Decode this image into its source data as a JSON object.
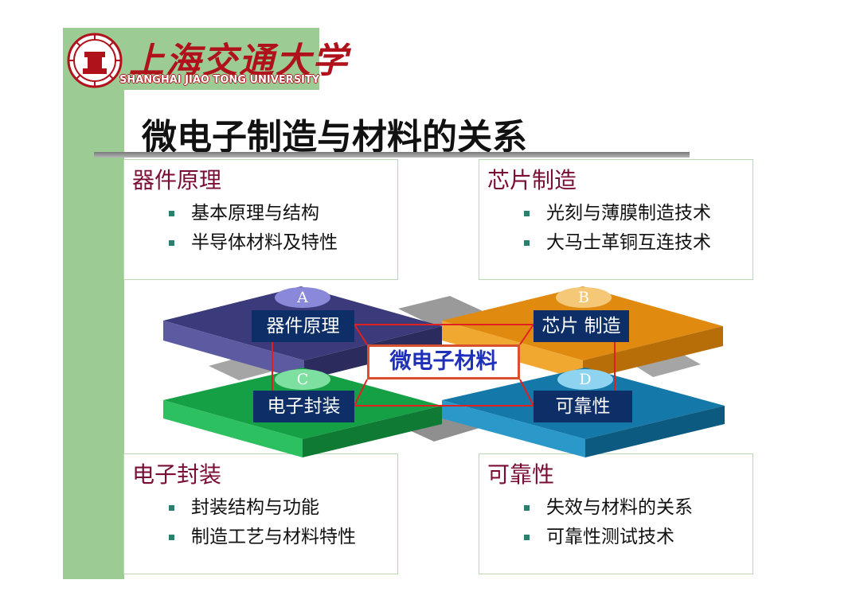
{
  "logo": {
    "chinese_name": "上海交通大学",
    "english_name": "SHANGHAI JIAO TONG UNIVERSITY"
  },
  "title": "微电子制造与材料的关系",
  "boxes": {
    "top_left": {
      "heading": "器件原理",
      "items": [
        "基本原理与结构",
        "半导体材料及特性"
      ]
    },
    "top_right": {
      "heading": "芯片制造",
      "items": [
        "光刻与薄膜制造技术",
        "大马士革铜互连技术"
      ]
    },
    "bottom_left": {
      "heading": "电子封装",
      "items": [
        "封装结构与功能",
        "制造工艺与材料特性"
      ]
    },
    "bottom_right": {
      "heading": "可靠性",
      "items": [
        "失效与材料的关系",
        "可靠性测试技术"
      ]
    }
  },
  "diagram": {
    "center": "微电子材料",
    "nodes": [
      {
        "letter": "A",
        "label": "器件原理",
        "color": "#3b3a7a"
      },
      {
        "letter": "B",
        "label": "芯片 制造",
        "color": "#e08a10"
      },
      {
        "letter": "C",
        "label": "电子封装",
        "color": "#16a046"
      },
      {
        "letter": "D",
        "label": "可靠性",
        "color": "#1478a8"
      }
    ],
    "connector_color": "#e02020"
  },
  "colors": {
    "sidebar": "#9ccc94",
    "heading": "#7a0d36",
    "bullet": "#2c7f6d",
    "logo_red": "#b0121b"
  }
}
